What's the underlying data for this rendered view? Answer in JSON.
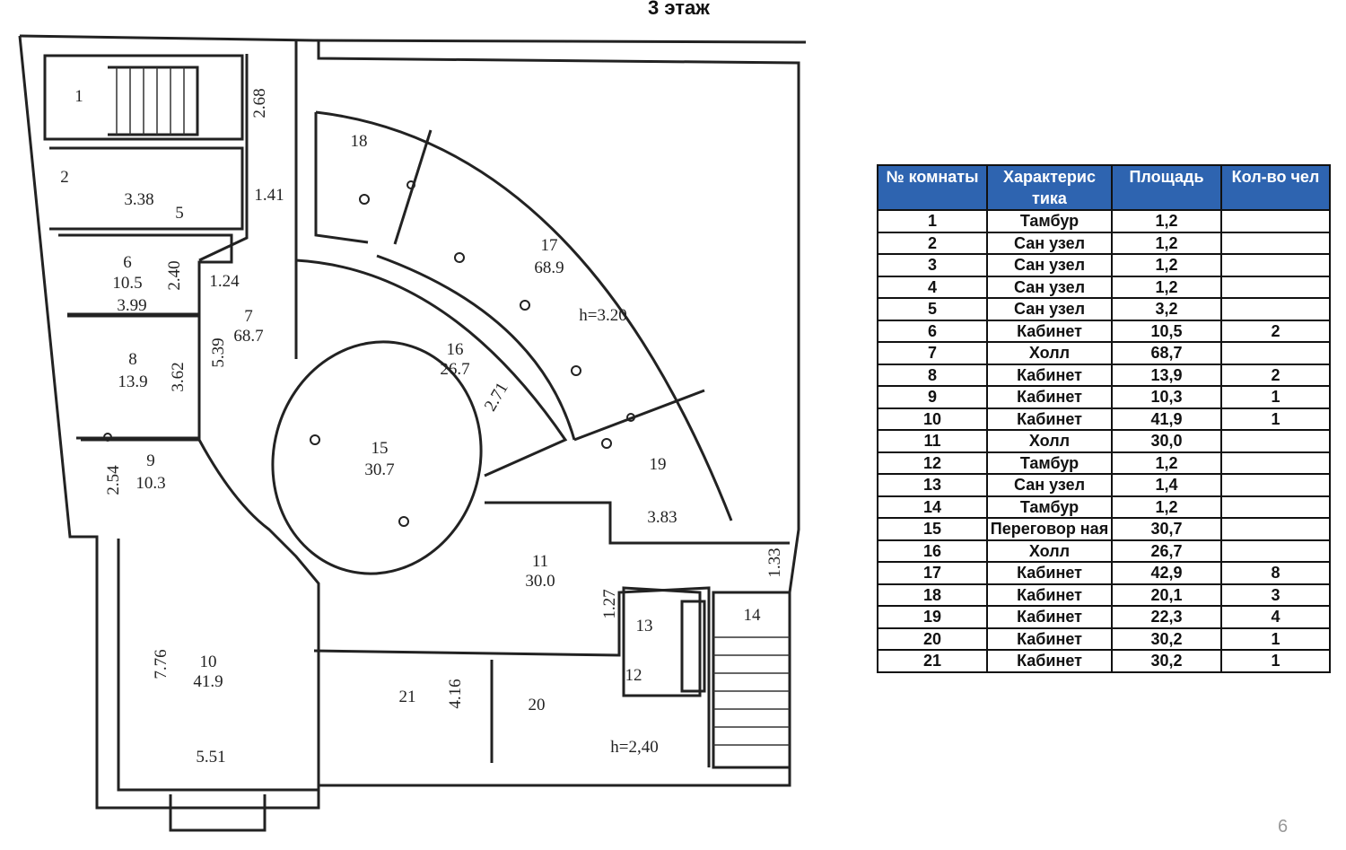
{
  "title": "3 этаж",
  "page_number": "6",
  "plan_labels": [
    "1",
    "2.68",
    "2",
    "3.38",
    "5",
    "1.41",
    "18",
    "6",
    "10.5",
    "2.40",
    "1.24",
    "3.99",
    "17",
    "68.9",
    "7",
    "68.7",
    "h=3.20",
    "5.39",
    "8",
    "13.9",
    "3.62",
    "16",
    "26.7",
    "2.71",
    "15",
    "30.7",
    "9",
    "10.3",
    "2.54",
    "19",
    "3.83",
    "11",
    "30.0",
    "1.33",
    "1.27",
    "13",
    "14",
    "12",
    "10",
    "41.9",
    "7.76",
    "21",
    "4.16",
    "20",
    "h=2,40",
    "5.51"
  ],
  "table": {
    "headers": [
      "№ комнаты",
      "Характерис тика",
      "Площадь",
      "Кол-во чел"
    ],
    "rows": [
      [
        "1",
        "Тамбур",
        "1,2",
        ""
      ],
      [
        "2",
        "Сан узел",
        "1,2",
        ""
      ],
      [
        "3",
        "Сан узел",
        "1,2",
        ""
      ],
      [
        "4",
        "Сан узел",
        "1,2",
        ""
      ],
      [
        "5",
        "Сан узел",
        "3,2",
        ""
      ],
      [
        "6",
        "Кабинет",
        "10,5",
        "2"
      ],
      [
        "7",
        "Холл",
        "68,7",
        ""
      ],
      [
        "8",
        "Кабинет",
        "13,9",
        "2"
      ],
      [
        "9",
        "Кабинет",
        "10,3",
        "1"
      ],
      [
        "10",
        "Кабинет",
        "41,9",
        "1"
      ],
      [
        "11",
        "Холл",
        "30,0",
        ""
      ],
      [
        "12",
        "Тамбур",
        "1,2",
        ""
      ],
      [
        "13",
        "Сан узел",
        "1,4",
        ""
      ],
      [
        "14",
        "Тамбур",
        "1,2",
        ""
      ],
      [
        "15",
        "Переговор ная",
        "30,7",
        ""
      ],
      [
        "16",
        "Холл",
        "26,7",
        ""
      ],
      [
        "17",
        "Кабинет",
        "42,9",
        "8"
      ],
      [
        "18",
        "Кабинет",
        "20,1",
        "3"
      ],
      [
        "19",
        "Кабинет",
        "22,3",
        "4"
      ],
      [
        "20",
        "Кабинет",
        "30,2",
        "1"
      ],
      [
        "21",
        "Кабинет",
        "30,2",
        "1"
      ]
    ]
  }
}
